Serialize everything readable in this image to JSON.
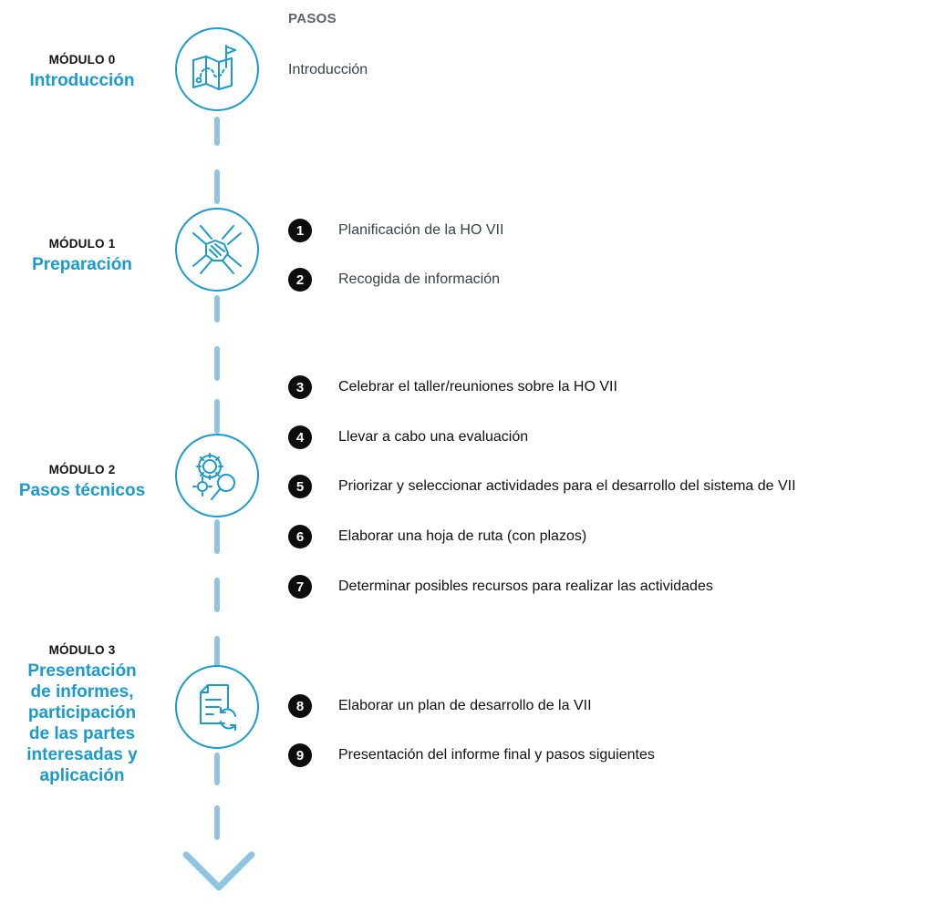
{
  "steps_heading": "PASOS",
  "modules": [
    {
      "kicker": "MÓDULO 0",
      "title": "Introducción",
      "icon": "map-flag-icon"
    },
    {
      "kicker": "MÓDULO 1",
      "title": "Preparación",
      "icon": "hands-together-icon"
    },
    {
      "kicker": "MÓDULO 2",
      "title": "Pasos técnicos",
      "icon": "gears-magnifier-icon"
    },
    {
      "kicker": "MÓDULO 3",
      "title_lines": [
        "Presentación",
        "de informes,",
        "participación",
        "de las partes",
        "interesadas y",
        "aplicación"
      ],
      "icon": "document-refresh-icon"
    }
  ],
  "intro_step": "Introducción",
  "steps": [
    {
      "number": "1",
      "text": "Planificación de la HO VII"
    },
    {
      "number": "2",
      "text": "Recogida de información"
    },
    {
      "number": "3",
      "text": "Celebrar el taller/reuniones sobre la HO VII"
    },
    {
      "number": "4",
      "text": "Llevar a cabo una evaluación"
    },
    {
      "number": "5",
      "text": "Priorizar y seleccionar actividades para el desarrollo del sistema de VII"
    },
    {
      "number": "6",
      "text": "Elaborar una hoja de ruta (con plazos)"
    },
    {
      "number": "7",
      "text": "Determinar posibles recursos para realizar las actividades"
    },
    {
      "number": "8",
      "text": "Elaborar un plan de desarrollo de la VII"
    },
    {
      "number": "9",
      "text": "Presentación del informe final y pasos siguientes"
    }
  ],
  "colors": {
    "accent": "#199bcf",
    "dash": "#8fc4e2",
    "badge": "#0d0d0d"
  }
}
